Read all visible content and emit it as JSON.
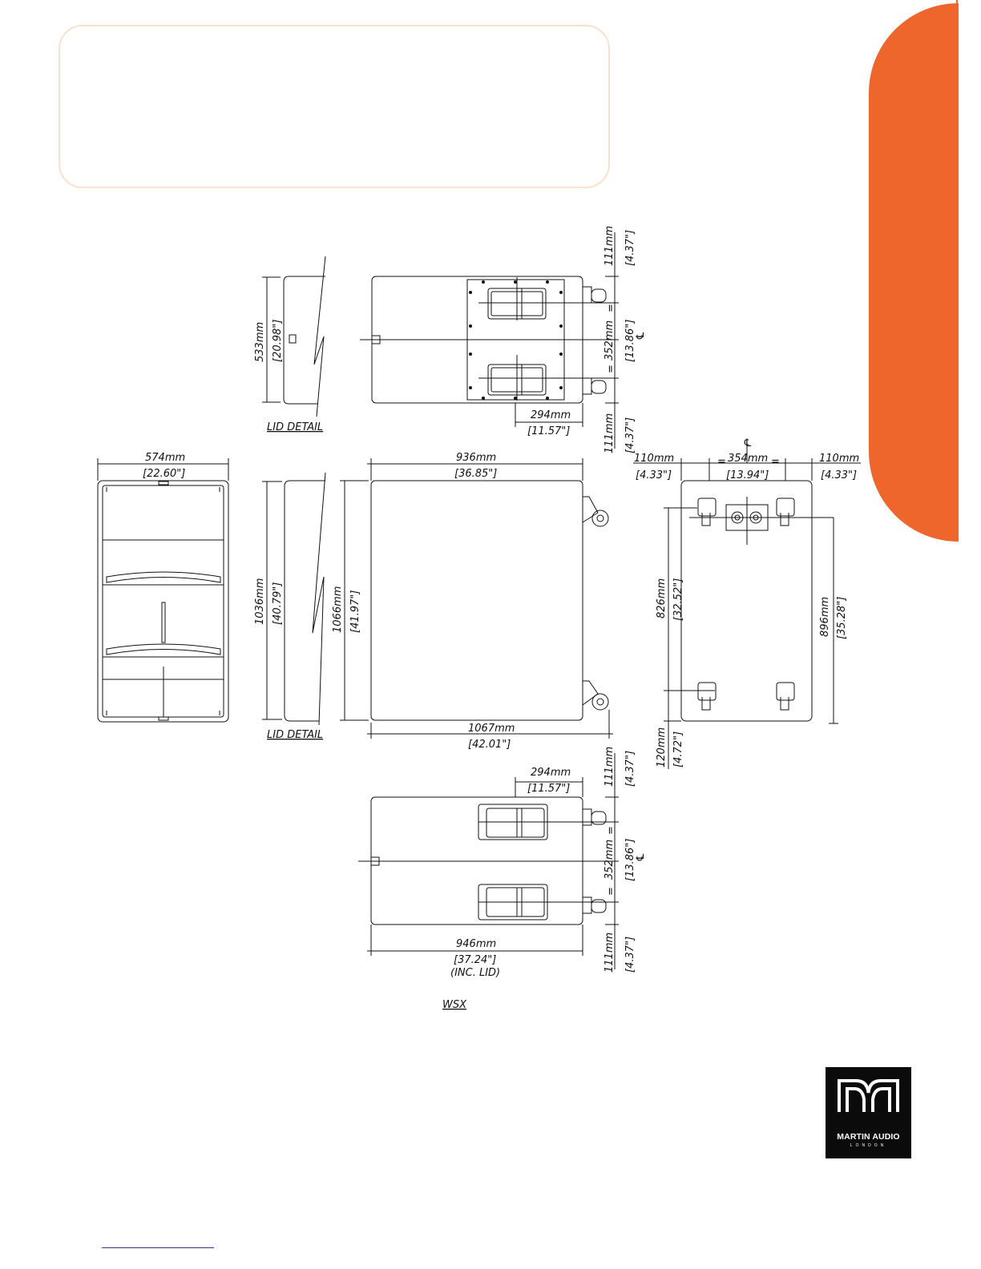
{
  "colors": {
    "accent": "#ee662c",
    "box_border": "#fbe0cf",
    "line": "#111111"
  },
  "top_view": {
    "depth_mm": "111mm",
    "depth_in": "[4.37\"]",
    "spacing_mm": "352mm",
    "spacing_in": "[13.86\"]",
    "end_mm": "111mm",
    "end_in": "[4.37\"]",
    "handle_mm": "294mm",
    "handle_in": "[11.57\"]",
    "lid_detail": "LID DETAIL",
    "lid_height_mm": "533mm",
    "lid_height_in": "[20.98\"]",
    "centerline": "℄"
  },
  "front_view": {
    "width_mm": "574mm",
    "width_in": "[22.60\"]",
    "height_mm": "1036mm",
    "height_in": "[40.79\"]"
  },
  "side_view": {
    "height_mm": "1066mm",
    "height_in": "[41.97\"]",
    "width_top_mm": "936mm",
    "width_top_in": "[36.85\"]",
    "width_bottom_mm": "1067mm",
    "width_bottom_in": "[42.01\"]",
    "lid_detail": "LID DETAIL"
  },
  "rear_view": {
    "left_mm": "110mm",
    "left_in": "[4.33\"]",
    "center_mm": "354mm",
    "center_in": "[13.94\"]",
    "right_mm": "110mm",
    "right_in": "[4.33\"]",
    "height_mm": "826mm",
    "height_in": "[32.52\"]",
    "total_mm": "896mm",
    "total_in": "[35.28\"]",
    "bottom_mm": "120mm",
    "bottom_in": "[4.72\"]",
    "centerline": "℄",
    "eq": "="
  },
  "bottom_view": {
    "handle_mm": "294mm",
    "handle_in": "[11.57\"]",
    "depth_mm": "111mm",
    "depth_in": "[4.37\"]",
    "spacing_mm": "352mm",
    "spacing_in": "[13.86\"]",
    "end_mm": "111mm",
    "end_in": "[4.37\"]",
    "width_mm": "946mm",
    "width_in": "[37.24\"]",
    "inc_lid": "(INC. LID)",
    "centerline": "℄"
  },
  "model_label": "WSX",
  "logo": {
    "name": "MARTIN AUDIO",
    "sub": "LONDON",
    "icon": "martin-audio-logo-icon"
  }
}
